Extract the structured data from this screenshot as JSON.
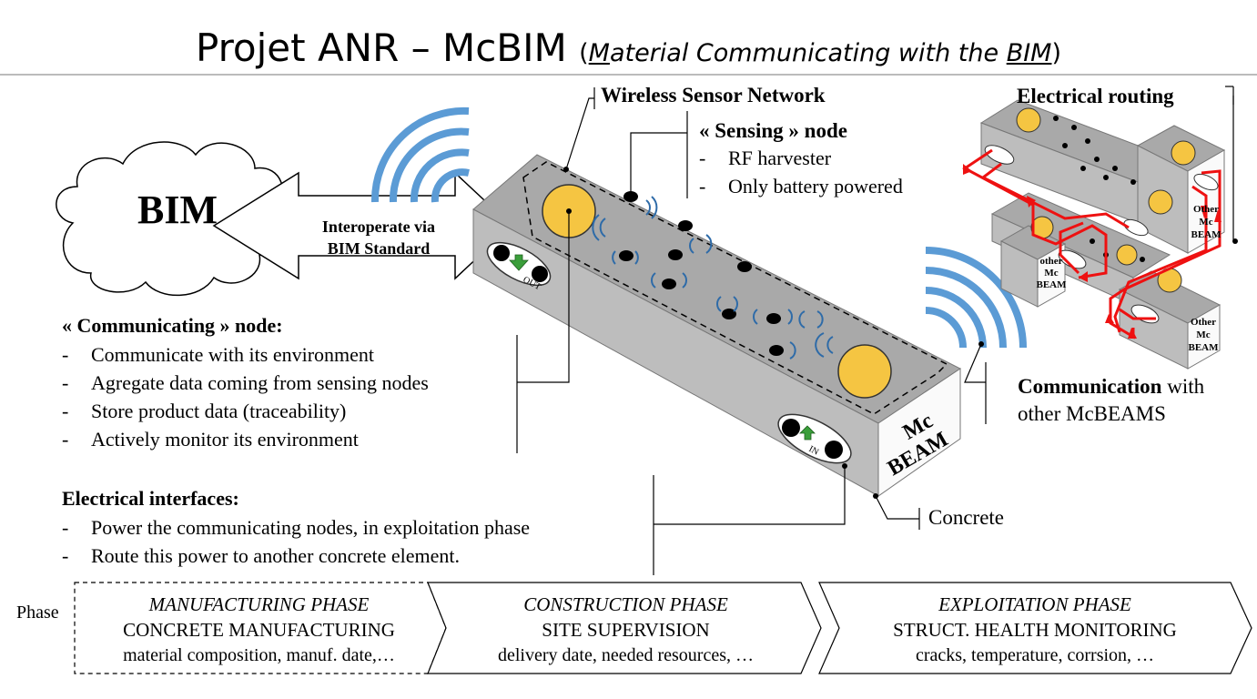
{
  "header": {
    "title_main": "Projet ANR –  McBIM ",
    "title_open": "(",
    "title_m": "M",
    "title_mid": "aterial Communicating with the ",
    "title_bim": "BIM",
    "title_close": ")"
  },
  "cloud": {
    "label": "BIM"
  },
  "arrow": {
    "line1": "Interoperate via",
    "line2": "BIM Standard"
  },
  "wsn": {
    "label": "Wireless Sensor Network"
  },
  "sensing": {
    "title": "« Sensing » node",
    "items": [
      "RF harvester",
      "Only battery powered"
    ]
  },
  "communicating": {
    "title": "« Communicating » node:",
    "items": [
      "Communicate with its environment",
      "Agregate data coming from sensing nodes",
      "Store product data (traceability)",
      "Actively monitor its environment"
    ]
  },
  "electrical": {
    "title": "Electrical interfaces:",
    "items": [
      "Power the communicating nodes, in exploitation phase",
      "Route this power to another concrete element."
    ]
  },
  "communication_label": {
    "bold": "Communication",
    "rest": " with",
    "line2": "other McBEAMS"
  },
  "concrete_label": "Concrete",
  "routing_label": "Electrical routing",
  "beam": {
    "mc": "Mc",
    "beam": "BEAM",
    "out": "OUT",
    "in": "IN"
  },
  "mini_beams": {
    "other1": [
      "Other",
      "Mc",
      "BEAM"
    ],
    "other2": [
      "other",
      "Mc",
      "BEAM"
    ],
    "other3": [
      "Other",
      "Mc",
      "BEAM"
    ]
  },
  "phases": {
    "label": "Phase",
    "items": [
      {
        "title": "MANUFACTURING PHASE",
        "main": "CONCRETE MANUFACTURING",
        "detail": "material composition, manuf. date,…"
      },
      {
        "title": "CONSTRUCTION PHASE",
        "main": "SITE SUPERVISION",
        "detail": "delivery date, needed resources, …"
      },
      {
        "title": "EXPLOITATION PHASE",
        "main": "STRUCT. HEALTH MONITORING",
        "detail": "cracks, temperature, corrsion, …"
      }
    ]
  },
  "colors": {
    "wifi_blue": "#5b9bd5",
    "node_yellow": "#f5c542",
    "beam_top": "#a6a6a6",
    "beam_front": "#bfbfbf",
    "routing_red": "#ee1111",
    "arrow_green": "#3a9e3a"
  }
}
